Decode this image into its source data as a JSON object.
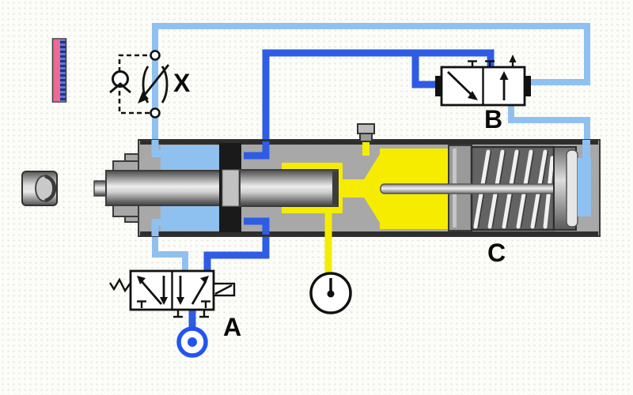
{
  "labels": {
    "flow_control_x": "X",
    "valve_b": "B",
    "spring_chamber_c": "C",
    "valve_a": "A"
  },
  "colors": {
    "background": "#fcfcf8",
    "pipe_light": "#8fc1f0",
    "pipe_dark": "#2e5ce4",
    "oil_yellow": "#f5ec00",
    "body_gray": "#a8a8a8",
    "outline": "#3a3a3a",
    "spring_chamber_gray": "#636363",
    "supply_blue": "#2255ee",
    "ruler_pink": "#ee6a95",
    "ruler_tick_blue": "#5b79e0"
  },
  "icons": {
    "check_valve": "check-valve-icon",
    "throttle": "flow-control-icon",
    "pressure_gauge": "pressure-gauge-icon",
    "air_supply": "air-supply-icon",
    "spring_return": "spring-icon"
  }
}
